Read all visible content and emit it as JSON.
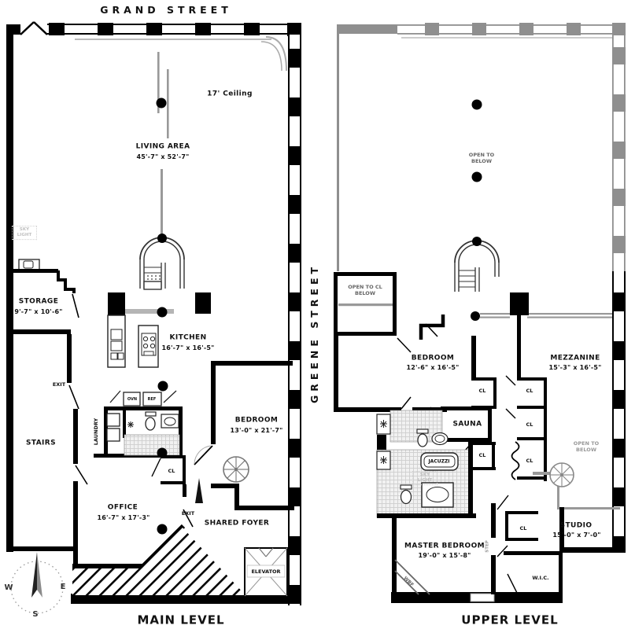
{
  "streets": {
    "grand": "GRAND STREET",
    "greene": "GREENE STREET"
  },
  "main": {
    "level_label": "MAIN LEVEL",
    "ceiling_note": "17' Ceiling",
    "living_name": "LIVING AREA",
    "living_dims": "45'-7\" x 52'-7\"",
    "storage_name": "STORAGE",
    "storage_dims": "9'-7\" x 10'-6\"",
    "kitchen_name": "KITCHEN",
    "kitchen_dims": "16'-7\" x 16'-5\"",
    "bedroom_name": "BEDROOM",
    "bedroom_dims": "13'-0\" x 21'-7\"",
    "office_name": "OFFICE",
    "office_dims": "16'-7\" x 17'-3\"",
    "stairs": "STAIRS",
    "laundry": "LAUNDRY",
    "shared_foyer": "SHARED FOYER",
    "elevator": "ELEVATOR",
    "skylight": "SKY LIGHT",
    "exit": "EXIT",
    "cl": "CL",
    "ovn": "OVN",
    "ref": "REF"
  },
  "upper": {
    "level_label": "UPPER LEVEL",
    "open_to_below": "OPEN TO BELOW",
    "open_to_cl_below": "OPEN TO CL BELOW",
    "bedroom_name": "BEDROOM",
    "bedroom_dims": "12'-6\" x 16'-5\"",
    "mezzanine_name": "MEZZANINE",
    "mezzanine_dims": "15'-3\" x 16'-5\"",
    "master_name": "MASTER BEDROOM",
    "master_dims": "19'-0\" x 15'-8\"",
    "studio_name": "STUDIO",
    "studio_dims": "15'-0\" x 7'-0\"",
    "sauna": "SAUNA",
    "jacuzzi": "JACUZZI",
    "skylight": "SKY LIGHT",
    "wic": "W.I.C.",
    "step": "STEP",
    "wbf": "WBF",
    "cl": "CL"
  },
  "compass": {
    "west": "W",
    "east": "E",
    "south": "S"
  },
  "colors": {
    "wall": "#000000",
    "open_wall": "#8f8f8f",
    "rail": "#999999"
  }
}
